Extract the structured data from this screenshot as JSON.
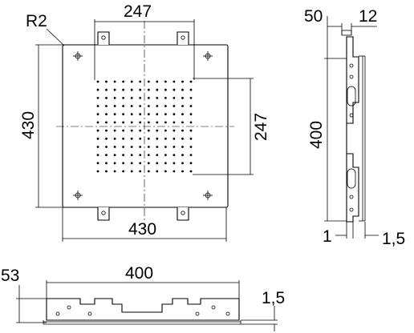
{
  "dimensions": {
    "radius": "R2",
    "front_top_width": "247",
    "front_left_height": "430",
    "front_right_height": "247",
    "front_bottom_width": "430",
    "side_top_left": "50",
    "side_top_right": "12",
    "side_height": "400",
    "side_bottom_left": "1",
    "side_bottom_right": "1,5",
    "bottom_left": "53",
    "bottom_width": "400",
    "bottom_right": "1,5"
  },
  "nozzle_grid": {
    "rows": 12,
    "cols": 12
  }
}
